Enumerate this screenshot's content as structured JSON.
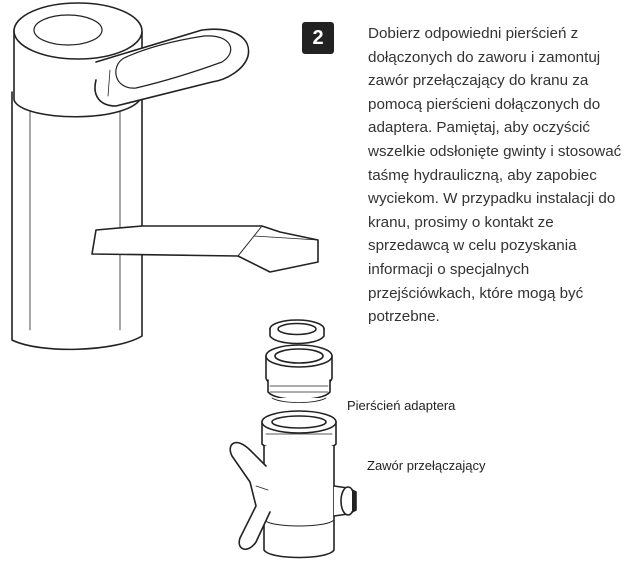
{
  "step": {
    "number": "2",
    "text": "Dobierz odpowiedni pierścień z dołączonych do zaworu i zamontuj zawór przełączający do kranu za pomocą pierścieni dołączonych do adaptera. Pamiętaj, aby oczyścić wszelkie odsłonięte gwinty i stosować taśmę hydrauliczną, aby zapobiec wyciekom. W przypadku instalacji do kranu, prosimy o kontakt ze sprzedawcą w celu pozyskania informacji o specjalnych przejściówkach, które mogą być potrzebne."
  },
  "labels": {
    "adapter_ring": "Pierścień adaptera",
    "diverter_valve": "Zawór przełączający"
  },
  "illustration": {
    "parts": [
      "faucet-icon",
      "washer-icon",
      "adapter-ring-icon",
      "diverter-valve-icon"
    ],
    "line_color": "#222222",
    "fill_color": "#ffffff"
  }
}
